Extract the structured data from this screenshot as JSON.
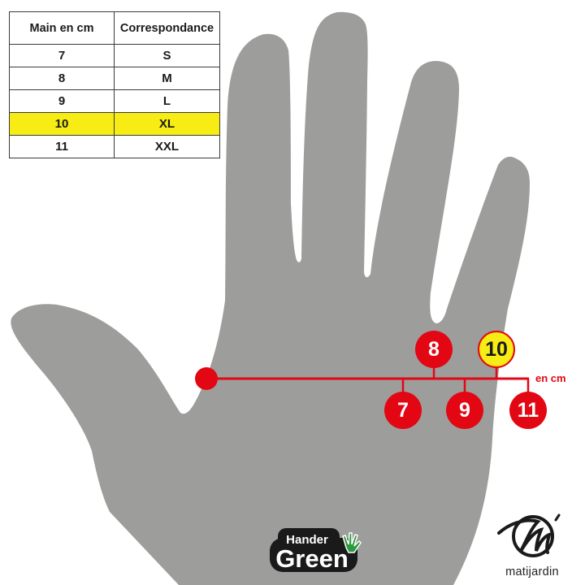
{
  "colors": {
    "hand": "#9d9d9c",
    "accent_red": "#e30613",
    "highlight_yellow": "#f7ec13",
    "text_dark": "#1a1a1a"
  },
  "table": {
    "headers": [
      "Main en cm",
      "Correspondance"
    ],
    "rows": [
      {
        "cm": "7",
        "size": "S"
      },
      {
        "cm": "8",
        "size": "M"
      },
      {
        "cm": "9",
        "size": "L"
      },
      {
        "cm": "10",
        "size": "XL",
        "highlighted": true
      },
      {
        "cm": "11",
        "size": "XXL"
      }
    ]
  },
  "measure": {
    "unit_label": "en cm",
    "markers": [
      {
        "label": "7",
        "position": "below"
      },
      {
        "label": "8",
        "position": "above"
      },
      {
        "label": "9",
        "position": "below"
      },
      {
        "label": "10",
        "position": "above",
        "selected": true
      },
      {
        "label": "11",
        "position": "below"
      }
    ]
  },
  "logos": {
    "hander_top": "Hander",
    "hander_bottom": "Green",
    "matijardin": "matijardin"
  }
}
